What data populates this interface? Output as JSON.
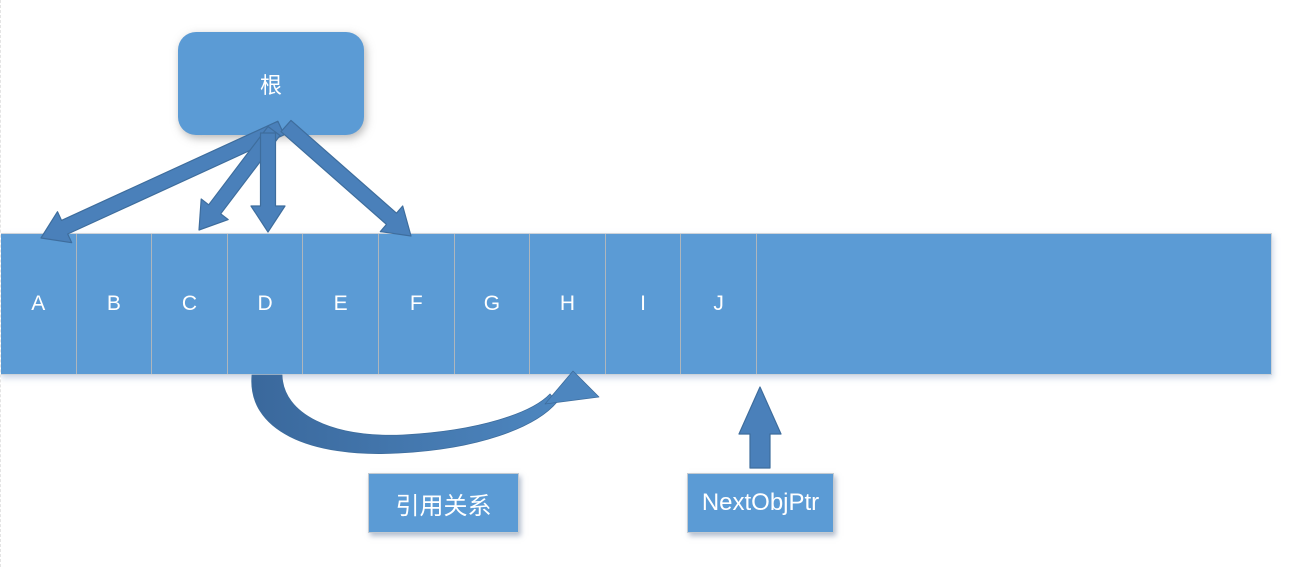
{
  "root": {
    "label": "根"
  },
  "memory_bar": {
    "cells": [
      "A",
      "B",
      "C",
      "D",
      "E",
      "F",
      "G",
      "H",
      "I",
      "J"
    ],
    "free_region": ""
  },
  "labels": {
    "reference_relation": "引用关系",
    "next_obj_ptr": "NextObjPtr"
  },
  "arrows": {
    "root_targets": [
      "A",
      "C",
      "D",
      "F"
    ],
    "reference": {
      "from": "D",
      "to": "H"
    },
    "next_obj_ptr_points_to": "free slot after J"
  },
  "colors": {
    "shape_fill": "#5b9bd5",
    "arrow_fill": "#4a80ba",
    "arrow_dark": "#3a689c",
    "arrow_outline": "#3e6d9d",
    "cell_divider": "#aeb6bd",
    "text": "#ffffff"
  }
}
